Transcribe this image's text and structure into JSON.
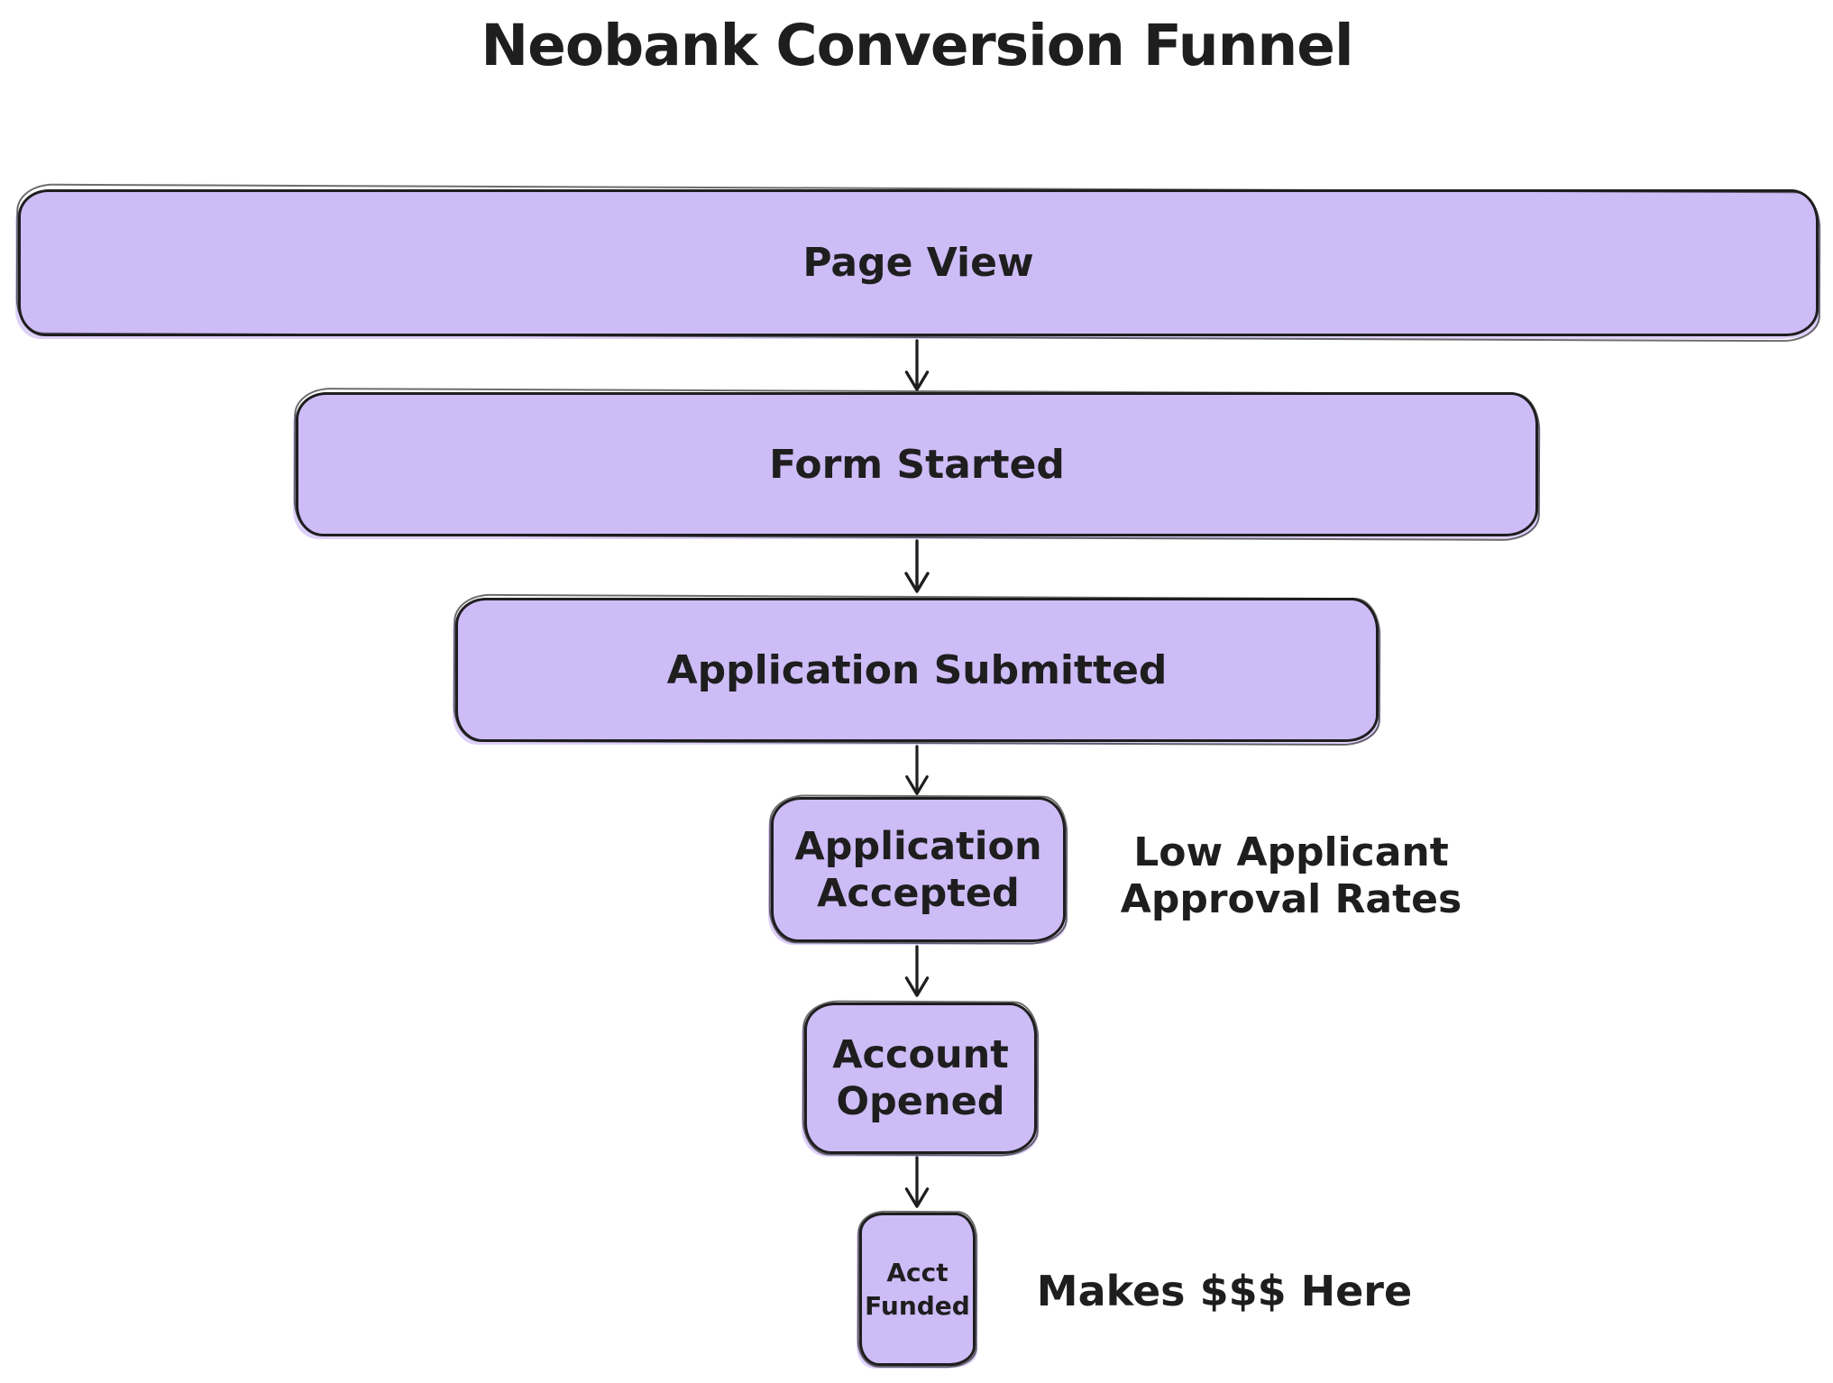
{
  "title": "Neobank Conversion Funnel",
  "funnel": {
    "stages": [
      {
        "id": "page-view",
        "lines": [
          "Page View"
        ]
      },
      {
        "id": "form-started",
        "lines": [
          "Form Started"
        ]
      },
      {
        "id": "application-submitted",
        "lines": [
          "Application Submitted"
        ]
      },
      {
        "id": "application-accepted",
        "lines": [
          "Application",
          "Accepted"
        ]
      },
      {
        "id": "account-opened",
        "lines": [
          "Account",
          "Opened"
        ]
      },
      {
        "id": "acct-funded",
        "lines": [
          "Acct",
          "Funded"
        ]
      }
    ]
  },
  "annotations": {
    "approval": {
      "line1": "Low Applicant",
      "line2": "Approval Rates",
      "attached_to": "Application Accepted"
    },
    "revenue": {
      "text": "Makes $$$ Here",
      "attached_to": "Acct Funded"
    }
  },
  "colors": {
    "background": "#ffffff",
    "box_fill": "#cdbcf6",
    "box_halo": "#ddd0f9",
    "stroke": "#1e1e1e"
  }
}
